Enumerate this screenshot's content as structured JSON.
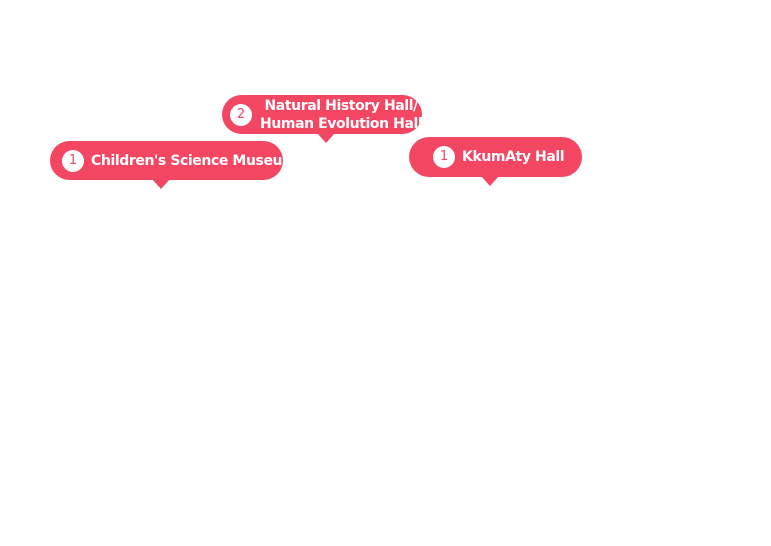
{
  "map_pins": [
    {
      "id": "natural-history",
      "number": "2",
      "label_lines": [
        "Natural History Hall/",
        "Human Evolution Hall"
      ],
      "color": "#f34663"
    },
    {
      "id": "childrens-science",
      "number": "1",
      "label": "Children's Science Museum",
      "color": "#f34663"
    },
    {
      "id": "kkumaty",
      "number": "1",
      "label": "KkumAty Hall",
      "color": "#f34663"
    }
  ]
}
